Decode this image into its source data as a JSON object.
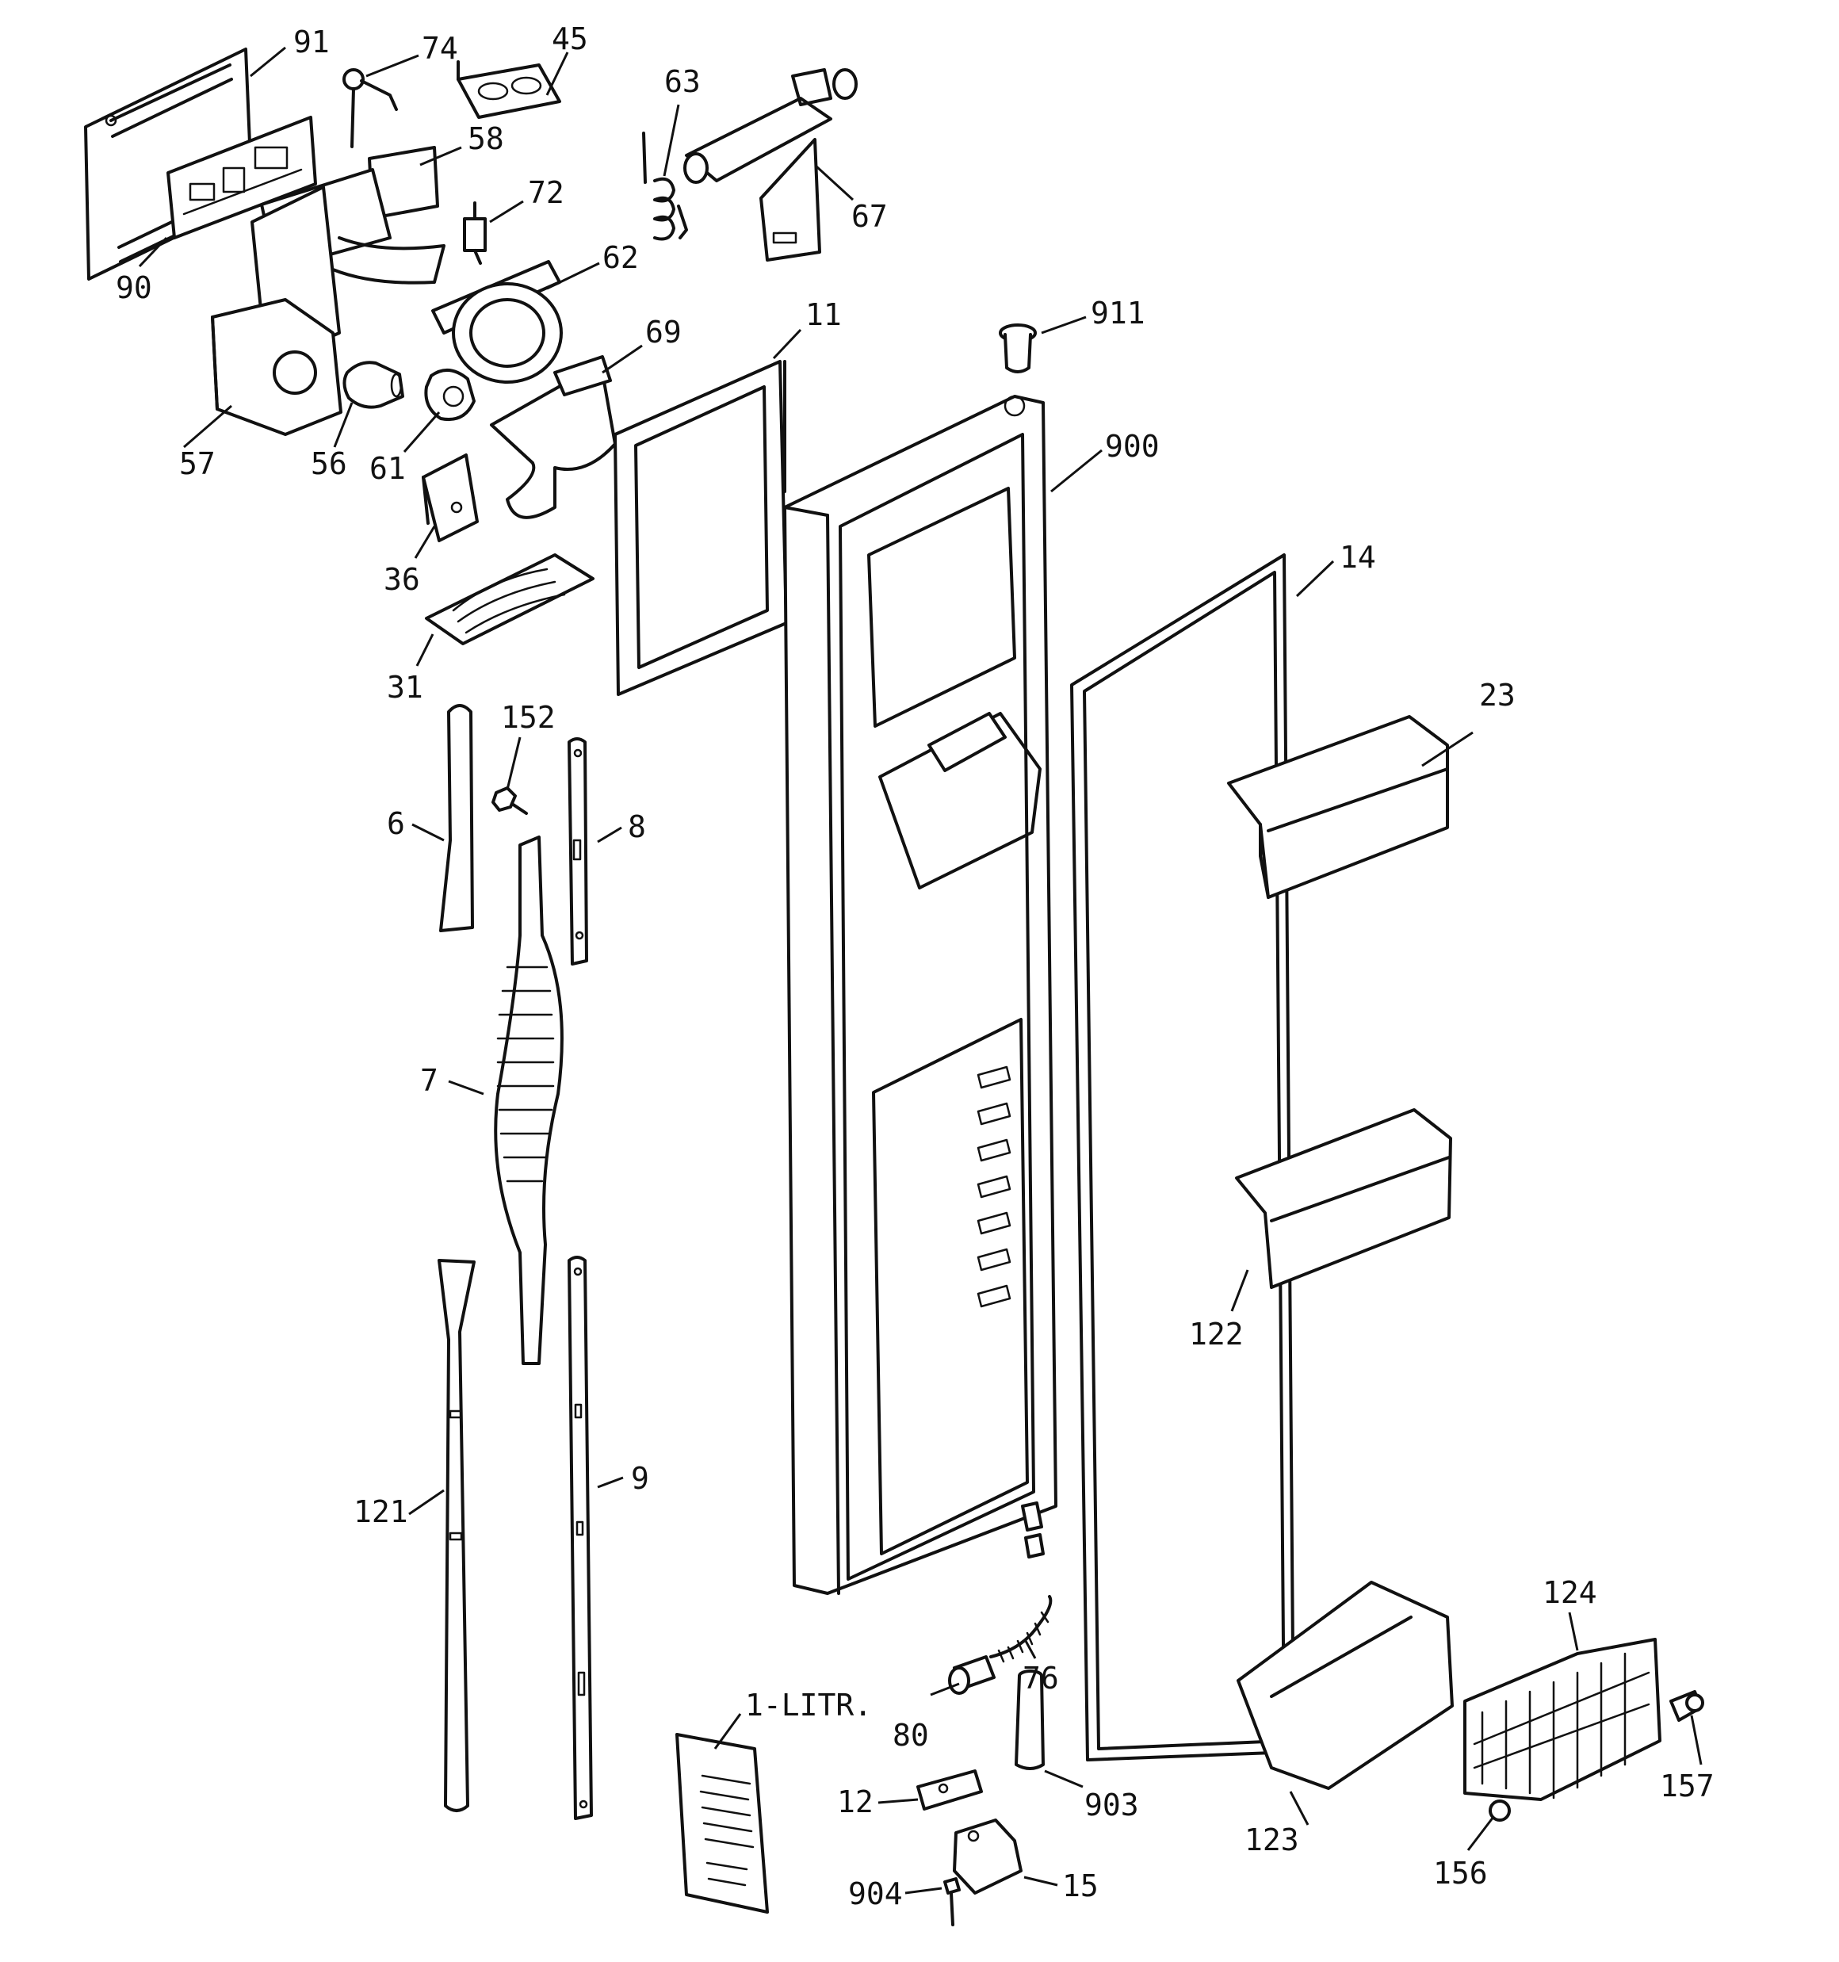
{
  "callouts": {
    "c91": "91",
    "c74": "74",
    "c45": "45",
    "c63": "63",
    "c58": "58",
    "c72": "72",
    "c67": "67",
    "c90": "90",
    "c62": "62",
    "c69": "69",
    "c11": "11",
    "c911": "911",
    "c57": "57",
    "c56": "56",
    "c61": "61",
    "c900": "900",
    "c36": "36",
    "c14": "14",
    "c31": "31",
    "c23": "23",
    "c152": "152",
    "c6": "6",
    "c8": "8",
    "c7": "7",
    "c122": "122",
    "c121": "121",
    "c9": "9",
    "c124": "124",
    "c1litr": "1-LITR.",
    "c76": "76",
    "c80": "80",
    "c157": "157",
    "c12": "12",
    "c903": "903",
    "c123": "123",
    "c156": "156",
    "c904": "904",
    "c15": "15"
  }
}
